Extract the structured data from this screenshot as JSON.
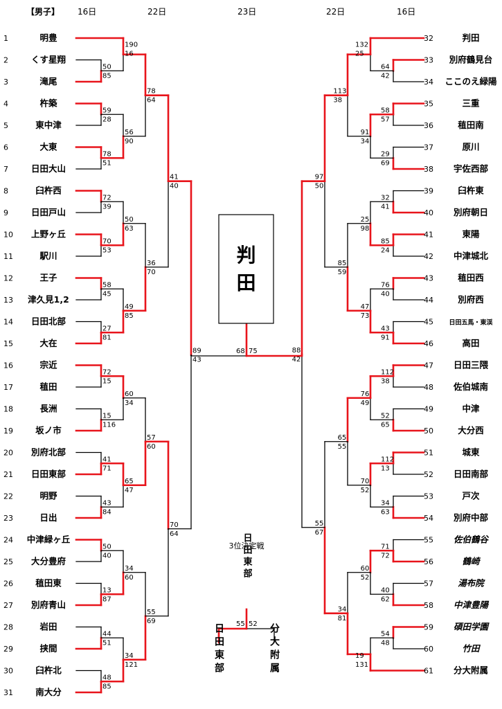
{
  "header": {
    "category": "【男子】",
    "left_dates": [
      "16日",
      "22日"
    ],
    "center_date": "23日",
    "right_dates": [
      "22日",
      "16日"
    ]
  },
  "left_teams": [
    {
      "no": "1",
      "name": "明豊"
    },
    {
      "no": "2",
      "name": "くす星翔"
    },
    {
      "no": "3",
      "name": "滝尾"
    },
    {
      "no": "4",
      "name": "杵築"
    },
    {
      "no": "5",
      "name": "東中津"
    },
    {
      "no": "6",
      "name": "大東"
    },
    {
      "no": "7",
      "name": "日田大山"
    },
    {
      "no": "8",
      "name": "臼杵西"
    },
    {
      "no": "9",
      "name": "日田戸山"
    },
    {
      "no": "10",
      "name": "上野ヶ丘"
    },
    {
      "no": "11",
      "name": "駅川"
    },
    {
      "no": "12",
      "name": "王子"
    },
    {
      "no": "13",
      "name": "津久見1,2"
    },
    {
      "no": "14",
      "name": "日田北部"
    },
    {
      "no": "15",
      "name": "大在"
    },
    {
      "no": "16",
      "name": "宗近"
    },
    {
      "no": "17",
      "name": "稙田"
    },
    {
      "no": "18",
      "name": "長洲"
    },
    {
      "no": "19",
      "name": "坂ノ市"
    },
    {
      "no": "20",
      "name": "別府北部"
    },
    {
      "no": "21",
      "name": "日田東部"
    },
    {
      "no": "22",
      "name": "明野"
    },
    {
      "no": "23",
      "name": "日出"
    },
    {
      "no": "24",
      "name": "中津緑ヶ丘"
    },
    {
      "no": "25",
      "name": "大分豊府"
    },
    {
      "no": "26",
      "name": "稙田東"
    },
    {
      "no": "27",
      "name": "別府青山"
    },
    {
      "no": "28",
      "name": "岩田"
    },
    {
      "no": "29",
      "name": "挟間"
    },
    {
      "no": "30",
      "name": "臼杵北"
    },
    {
      "no": "31",
      "name": "南大分"
    }
  ],
  "right_teams": [
    {
      "no": "32",
      "name": "判田"
    },
    {
      "no": "33",
      "name": "別府鶴見台"
    },
    {
      "no": "34",
      "name": "ここのえ緑陽"
    },
    {
      "no": "35",
      "name": "三重"
    },
    {
      "no": "36",
      "name": "稙田南"
    },
    {
      "no": "37",
      "name": "原川"
    },
    {
      "no": "38",
      "name": "宇佐西部"
    },
    {
      "no": "39",
      "name": "臼杵東"
    },
    {
      "no": "40",
      "name": "別府朝日"
    },
    {
      "no": "41",
      "name": "東陽"
    },
    {
      "no": "42",
      "name": "中津城北"
    },
    {
      "no": "43",
      "name": "稙田西"
    },
    {
      "no": "44",
      "name": "別府西"
    },
    {
      "no": "45",
      "name": "日田五馬・東渓",
      "small": true
    },
    {
      "no": "46",
      "name": "高田"
    },
    {
      "no": "47",
      "name": "日田三隈"
    },
    {
      "no": "48",
      "name": "佐伯城南"
    },
    {
      "no": "49",
      "name": "中津"
    },
    {
      "no": "50",
      "name": "大分西"
    },
    {
      "no": "51",
      "name": "城東"
    },
    {
      "no": "52",
      "name": "日田南部"
    },
    {
      "no": "53",
      "name": "戸次"
    },
    {
      "no": "54",
      "name": "別府中部"
    },
    {
      "no": "55",
      "name": "佐伯鶴谷",
      "italic": true
    },
    {
      "no": "56",
      "name": "鶴崎",
      "italic": true
    },
    {
      "no": "57",
      "name": "湯布院",
      "italic": true
    },
    {
      "no": "58",
      "name": "中津豊陽",
      "italic": true
    },
    {
      "no": "59",
      "name": "碩田学園",
      "italic": true
    },
    {
      "no": "60",
      "name": "竹田",
      "italic": true
    },
    {
      "no": "61",
      "name": "分大附属"
    }
  ],
  "scores": {
    "l_r1_2_3": [
      "50",
      "85"
    ],
    "l_r1_4_5": [
      "59",
      "28"
    ],
    "l_r1_6_7": [
      "78",
      "51"
    ],
    "l_r1_8_9": [
      "72",
      "39"
    ],
    "l_r1_10_11": [
      "70",
      "53"
    ],
    "l_r1_12_13": [
      "58",
      "45"
    ],
    "l_r1_14_15": [
      "27",
      "81"
    ],
    "l_r1_16_17": [
      "72",
      "15"
    ],
    "l_r1_18_19": [
      "15",
      "116"
    ],
    "l_r1_20_21": [
      "41",
      "71"
    ],
    "l_r1_22_23": [
      "43",
      "84"
    ],
    "l_r1_24_25": [
      "50",
      "40"
    ],
    "l_r1_26_27": [
      "13",
      "87"
    ],
    "l_r1_28_29": [
      "44",
      "51"
    ],
    "l_r1_30_31": [
      "48",
      "85"
    ],
    "l_r2_a": [
      "190",
      "16"
    ],
    "l_r2_b": [
      "56",
      "90"
    ],
    "l_r2_c": [
      "50",
      "63"
    ],
    "l_r2_d": [
      "49",
      "85"
    ],
    "l_r2_e": [
      "60",
      "34"
    ],
    "l_r2_f": [
      "65",
      "47"
    ],
    "l_r2_g": [
      "34",
      "60"
    ],
    "l_r2_h": [
      "34",
      "121"
    ],
    "l_r3_a": [
      "78",
      "64"
    ],
    "l_r3_b": [
      "36",
      "70"
    ],
    "l_r3_c": [
      "57",
      "60"
    ],
    "l_r3_d": [
      "55",
      "69"
    ],
    "l_r4_a": [
      "41",
      "40"
    ],
    "l_r4_b": [
      "70",
      "64"
    ],
    "l_sf": [
      "89",
      "43"
    ],
    "r_r1_33_34": [
      "64",
      "42"
    ],
    "r_r1_35_36": [
      "58",
      "57"
    ],
    "r_r1_37_38": [
      "29",
      "69"
    ],
    "r_r1_39_40": [
      "32",
      "41"
    ],
    "r_r1_41_42": [
      "85",
      "24"
    ],
    "r_r1_43_44": [
      "76",
      "40"
    ],
    "r_r1_45_46": [
      "43",
      "91"
    ],
    "r_r1_47_48": [
      "112",
      "38"
    ],
    "r_r1_49_50": [
      "52",
      "65"
    ],
    "r_r1_51_52": [
      "112",
      "13"
    ],
    "r_r1_53_54": [
      "34",
      "63"
    ],
    "r_r1_55_56": [
      "71",
      "72"
    ],
    "r_r1_57_58": [
      "40",
      "62"
    ],
    "r_r1_59_60": [
      "54",
      "48"
    ],
    "r_r2_a": [
      "132",
      "25"
    ],
    "r_r2_b": [
      "91",
      "34"
    ],
    "r_r2_c": [
      "25",
      "98"
    ],
    "r_r2_d": [
      "47",
      "73"
    ],
    "r_r2_e": [
      "76",
      "49"
    ],
    "r_r2_f": [
      "70",
      "52"
    ],
    "r_r2_g": [
      "60",
      "52"
    ],
    "r_r2_h": [
      "19",
      "131"
    ],
    "r_r3_a": [
      "113",
      "38"
    ],
    "r_r3_b": [
      "85",
      "59"
    ],
    "r_r3_c": [
      "65",
      "55"
    ],
    "r_r3_d": [
      "34",
      "81"
    ],
    "r_r4_a": [
      "97",
      "50"
    ],
    "r_r4_b": [
      "55",
      "67"
    ],
    "r_sf": [
      "88",
      "42"
    ],
    "final": [
      "68",
      "75"
    ],
    "third": [
      "55",
      "52"
    ]
  },
  "champion": "判田",
  "third_place": {
    "title": "3位決定戦",
    "winner": "日田東部",
    "left_team": "日田東部",
    "right_team": "分大附属"
  },
  "colors": {
    "win": "#e8141b",
    "lose": "#000000"
  }
}
